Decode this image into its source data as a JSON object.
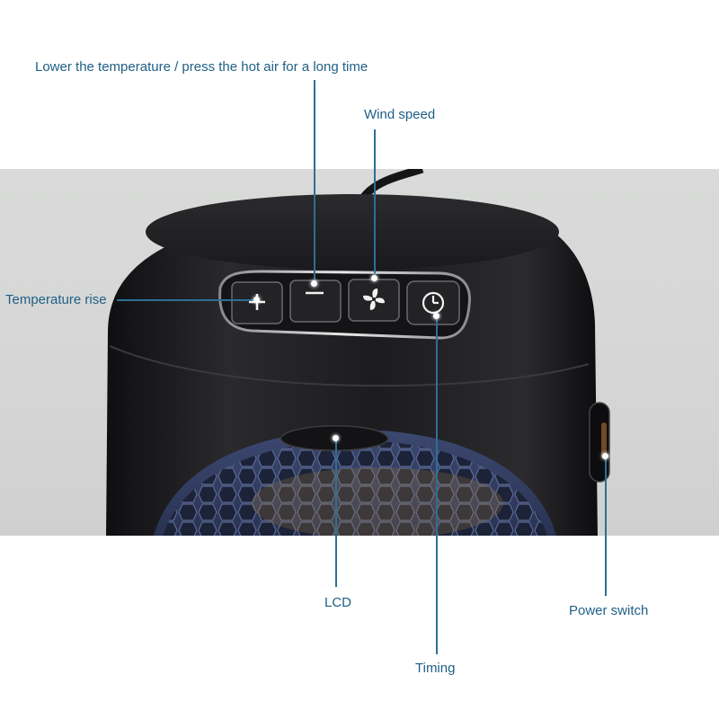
{
  "callouts": {
    "lower_temperature": "Lower the temperature / press the hot air for a long time",
    "wind_speed": "Wind speed",
    "temperature_rise": "Temperature rise",
    "lcd": "LCD",
    "power_switch": "Power switch",
    "timing": "Timing"
  },
  "icons": {
    "plus": "plus-icon",
    "minus": "minus-icon",
    "fan": "fan-icon",
    "clock": "clock-icon"
  },
  "colors": {
    "callout_text": "#1f5f86",
    "leader_line": "#2d6f95",
    "heater_body": "#1b1b1d",
    "background_gray": "#d6d7d6"
  }
}
